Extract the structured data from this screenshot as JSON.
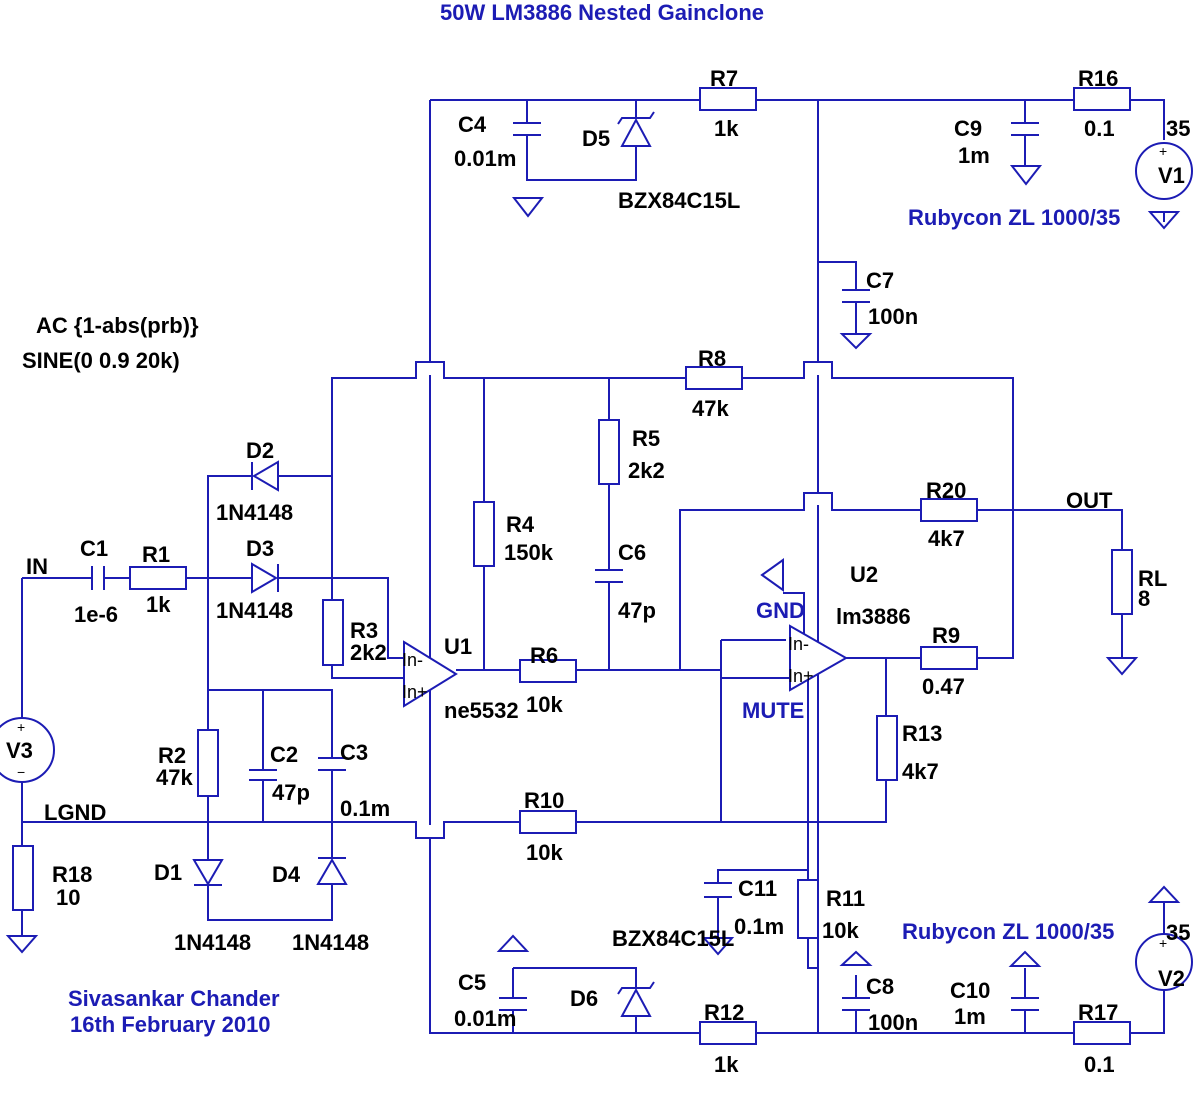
{
  "title": "50W LM3886 Nested Gainclone",
  "author": {
    "name": "Sivasankar Chander",
    "date": "16th February 2010"
  },
  "directives": {
    "ac": "AC {1-abs(prb)}",
    "sine": "SINE(0 0.9 20k)"
  },
  "nets": {
    "in": "IN",
    "out": "OUT",
    "lgnd": "LGND",
    "gnd": "GND",
    "mute": "MUTE"
  },
  "notes": {
    "rubycon_top": "Rubycon ZL 1000/35",
    "rubycon_bottom": "Rubycon ZL 1000/35"
  },
  "components": {
    "C1": {
      "ref": "C1",
      "value": "1e-6"
    },
    "C2": {
      "ref": "C2",
      "value": "47p"
    },
    "C3": {
      "ref": "C3",
      "value": "0.1m"
    },
    "C4": {
      "ref": "C4",
      "value": "0.01m"
    },
    "C5": {
      "ref": "C5",
      "value": "0.01m"
    },
    "C6": {
      "ref": "C6",
      "value": "47p"
    },
    "C7": {
      "ref": "C7",
      "value": "100n"
    },
    "C8": {
      "ref": "C8",
      "value": "100n"
    },
    "C9": {
      "ref": "C9",
      "value": "1m"
    },
    "C10": {
      "ref": "C10",
      "value": "1m"
    },
    "C11": {
      "ref": "C11",
      "value": "0.1m"
    },
    "R1": {
      "ref": "R1",
      "value": "1k"
    },
    "R2": {
      "ref": "R2",
      "value": "47k"
    },
    "R3": {
      "ref": "R3",
      "value": "2k2"
    },
    "R4": {
      "ref": "R4",
      "value": "150k"
    },
    "R5": {
      "ref": "R5",
      "value": "2k2"
    },
    "R6": {
      "ref": "R6",
      "value": "10k"
    },
    "R7": {
      "ref": "R7",
      "value": "1k"
    },
    "R8": {
      "ref": "R8",
      "value": "47k"
    },
    "R9": {
      "ref": "R9",
      "value": "0.47"
    },
    "R10": {
      "ref": "R10",
      "value": "10k"
    },
    "R11": {
      "ref": "R11",
      "value": "10k"
    },
    "R12": {
      "ref": "R12",
      "value": "1k"
    },
    "R13": {
      "ref": "R13",
      "value": "4k7"
    },
    "R16": {
      "ref": "R16",
      "value": "0.1"
    },
    "R17": {
      "ref": "R17",
      "value": "0.1"
    },
    "R18": {
      "ref": "R18",
      "value": "10"
    },
    "R20": {
      "ref": "R20",
      "value": "4k7"
    },
    "RL": {
      "ref": "RL",
      "value": "8"
    },
    "D1": {
      "ref": "D1",
      "value": "1N4148"
    },
    "D2": {
      "ref": "D2",
      "value": "1N4148"
    },
    "D3": {
      "ref": "D3",
      "value": "1N4148"
    },
    "D4": {
      "ref": "D4",
      "value": "1N4148"
    },
    "D5": {
      "ref": "D5",
      "value": "BZX84C15L"
    },
    "D6": {
      "ref": "D6",
      "value": "BZX84C15L"
    },
    "U1": {
      "ref": "U1",
      "value": "ne5532"
    },
    "U2": {
      "ref": "U2",
      "value": "lm3886"
    },
    "V1": {
      "ref": "V1",
      "value": "35"
    },
    "V2": {
      "ref": "V2",
      "value": "35"
    },
    "V3": {
      "ref": "V3"
    }
  },
  "pins": {
    "in_minus": "In-",
    "in_plus": "In+",
    "plus": "+",
    "minus": "−"
  },
  "colors": {
    "wire": "#1c1cb4",
    "text": "#000000",
    "annotation": "#1c1cb4",
    "background": "#ffffff"
  }
}
